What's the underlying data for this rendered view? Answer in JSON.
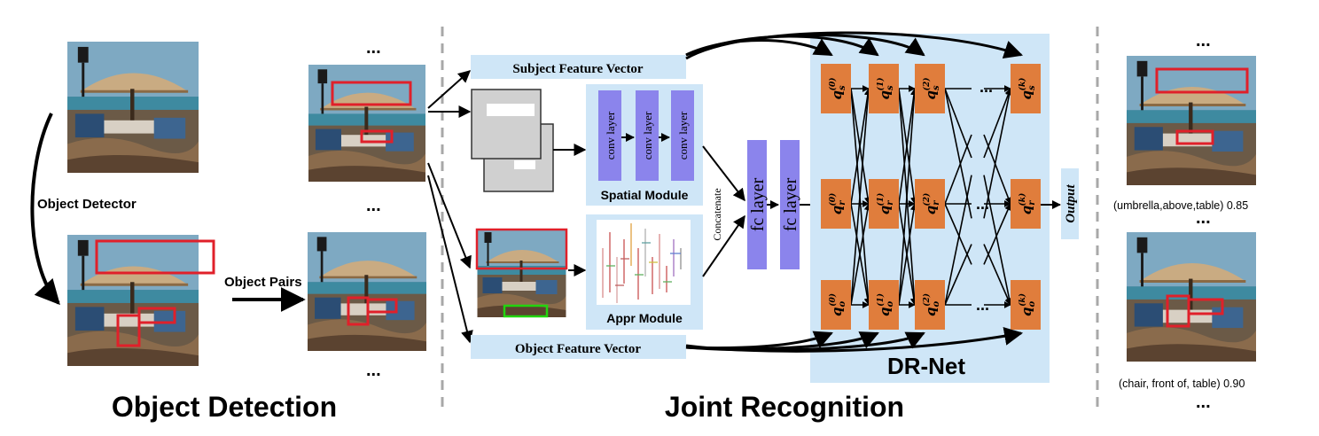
{
  "sections": {
    "object_detection": "Object Detection",
    "joint_recognition": "Joint Recognition"
  },
  "detection": {
    "detector_label": "Object Detector",
    "pairs_label": "Object Pairs",
    "ellipsis": "..."
  },
  "features": {
    "subject_vector": "Subject Feature Vector",
    "object_vector": "Object Feature Vector"
  },
  "modules": {
    "conv_layer": "conv layer",
    "spatial": "Spatial Module",
    "appr": "Appr Module",
    "concatenate": "Concatenate",
    "fc_layer": "fc layer"
  },
  "drnet": {
    "title": "DR-Net",
    "output": "Output",
    "ellipsis": "...",
    "nodes": {
      "s": [
        "q_s^(0)",
        "q_s^(1)",
        "q_s^(2)",
        "q_s^(k)"
      ],
      "r": [
        "q_r^(0)",
        "q_r^(1)",
        "q_r^(2)",
        "q_r^(k)"
      ],
      "o": [
        "q_o^(0)",
        "q_o^(1)",
        "q_o^(2)",
        "q_o^(k)"
      ]
    },
    "node_base": "q",
    "subs": {
      "s": "s",
      "r": "r",
      "o": "o"
    },
    "sups": [
      "(0)",
      "(1)",
      "(2)",
      "(k)"
    ]
  },
  "results": {
    "ellipsis": "...",
    "result1": "(umbrella,above,table)  0.85",
    "result2": "(chair, front of, table)  0.90"
  },
  "colors": {
    "drnet_bg": "#cfe6f7",
    "module_bg": "#cfe6f7",
    "feature_vector_bg": "#cfe6f7",
    "conv_layer": "#8b84ec",
    "fc_layer": "#8b84ec",
    "q_node": "#e07d3c",
    "box_red": "#e0202a",
    "box_green": "#22d40e"
  }
}
